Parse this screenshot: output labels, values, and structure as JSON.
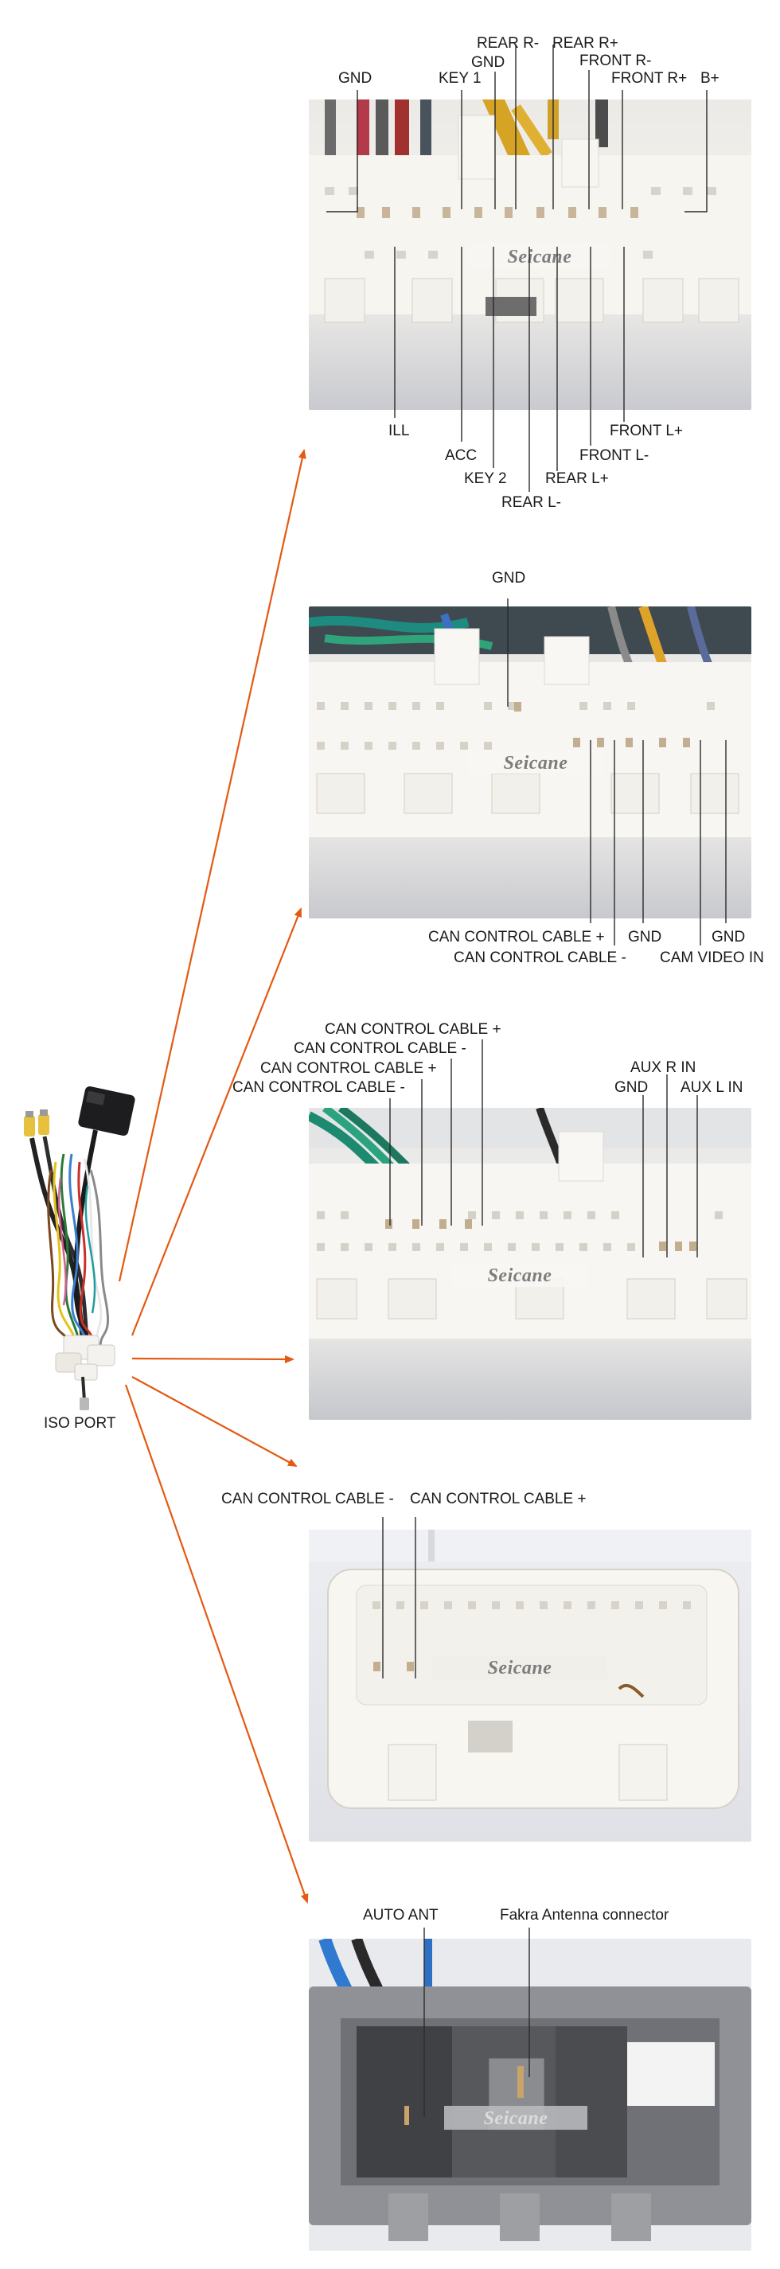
{
  "source": {
    "label": "ISO PORT",
    "item": "iso-wiring-harness"
  },
  "brand": "Seicane",
  "colors": {
    "arrow": "#e35a12",
    "leader": "#2b2b2b",
    "plastic": "#f1eee8"
  },
  "connectors": [
    {
      "id": "connector-1",
      "top_labels": [
        {
          "text": "GND"
        },
        {
          "text": "KEY 1"
        },
        {
          "text": "GND"
        },
        {
          "text": "REAR R-"
        },
        {
          "text": "REAR R+"
        },
        {
          "text": "FRONT R-"
        },
        {
          "text": "FRONT R+"
        },
        {
          "text": "B+"
        }
      ],
      "bottom_labels": [
        {
          "text": "ILL"
        },
        {
          "text": "ACC"
        },
        {
          "text": "KEY 2"
        },
        {
          "text": "REAR L-"
        },
        {
          "text": "REAR L+"
        },
        {
          "text": "FRONT L-"
        },
        {
          "text": "FRONT L+"
        }
      ]
    },
    {
      "id": "connector-2",
      "top_labels": [
        {
          "text": "GND"
        }
      ],
      "bottom_labels": [
        {
          "text": "CAN CONTROL CABLE +"
        },
        {
          "text": "CAN CONTROL CABLE -"
        },
        {
          "text": "GND"
        },
        {
          "text": "CAM VIDEO IN"
        },
        {
          "text": "GND"
        }
      ]
    },
    {
      "id": "connector-3",
      "top_labels": [
        {
          "text": "CAN CONTROL CABLE +"
        },
        {
          "text": "CAN CONTROL CABLE -"
        },
        {
          "text": "CAN CONTROL CABLE +"
        },
        {
          "text": "CAN CONTROL CABLE -"
        },
        {
          "text": "AUX R IN"
        },
        {
          "text": "GND"
        },
        {
          "text": "AUX L IN"
        }
      ],
      "bottom_labels": []
    },
    {
      "id": "connector-4",
      "top_labels": [
        {
          "text": "CAN CONTROL CABLE -"
        },
        {
          "text": "CAN CONTROL CABLE +"
        }
      ],
      "bottom_labels": []
    },
    {
      "id": "connector-5",
      "top_labels": [
        {
          "text": "AUTO ANT"
        },
        {
          "text": "Fakra Antenna connector"
        }
      ],
      "bottom_labels": []
    }
  ]
}
